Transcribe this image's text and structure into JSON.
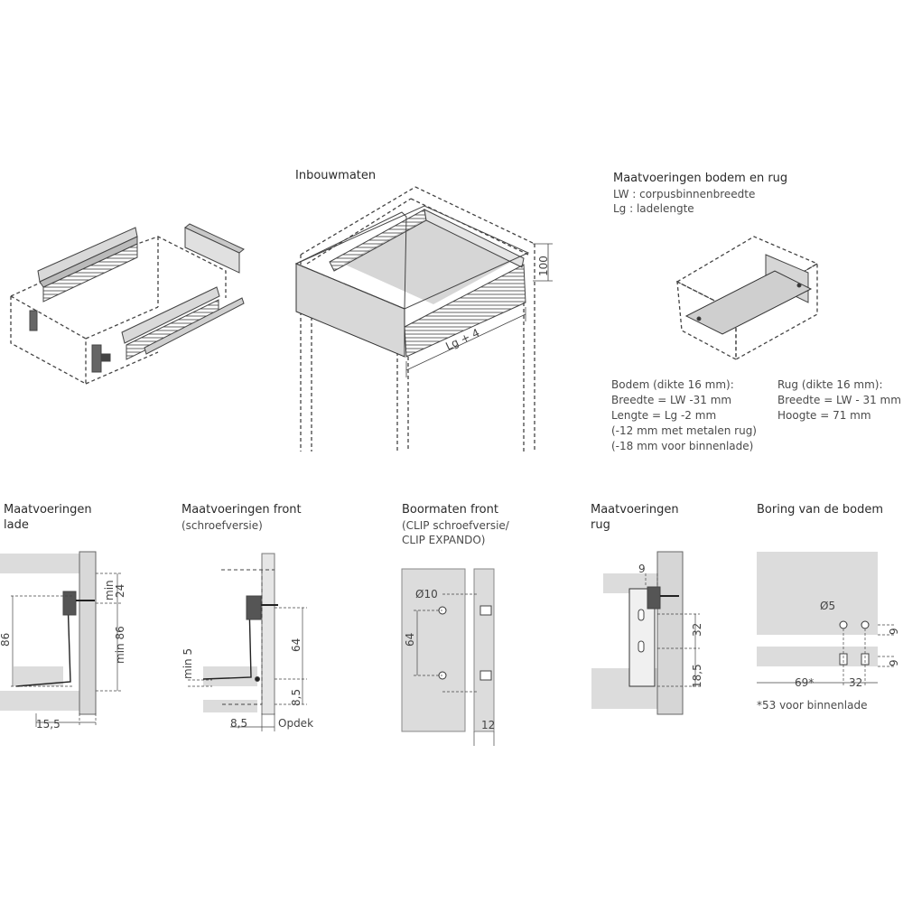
{
  "inbouw": {
    "title": "Inbouwmaten",
    "dim_height": "100",
    "dim_length": "Lg + 4"
  },
  "bodem_rug": {
    "title": "Maatvoeringen bodem en rug",
    "legend": [
      "LW : corpusbinnenbreedte",
      "Lg : ladelengte"
    ],
    "bodem": [
      "Bodem (dikte 16 mm):",
      "Breedte = LW -31 mm",
      "Lengte = Lg -2 mm",
      "(-12 mm met metalen rug)",
      "(-18 mm voor binnenlade)"
    ],
    "rug": [
      "Rug (dikte 16 mm):",
      "Breedte = LW - 31 mm",
      "Hoogte = 71 mm"
    ]
  },
  "lade": {
    "title": [
      "Maatvoeringen",
      "lade"
    ],
    "dims": {
      "min": "min",
      "v24": "24",
      "v86": "86",
      "min86": "min 86",
      "v155": "15,5"
    }
  },
  "front": {
    "title": "Maatvoeringen front",
    "subtitle": "(schroefversie)",
    "dims": {
      "v64": "64",
      "min5": "min 5",
      "v85a": "8,5",
      "v85b": "8,5",
      "opdek": "Opdek"
    }
  },
  "boormaten": {
    "title": "Boormaten front",
    "subtitle": [
      "(CLIP schroefversie/",
      "CLIP EXPANDO)"
    ],
    "dims": {
      "d10": "Ø10",
      "v64": "64",
      "v12": "12"
    }
  },
  "rug": {
    "title": [
      "Maatvoeringen",
      "rug"
    ],
    "dims": {
      "v9": "9",
      "v32": "32",
      "v185": "18,5"
    }
  },
  "boring": {
    "title": "Boring van de bodem",
    "dims": {
      "d5": "Ø5",
      "v9a": "9",
      "v9b": "9",
      "v69": "69*",
      "v32": "32"
    },
    "note": "*53 voor binnenlade"
  }
}
